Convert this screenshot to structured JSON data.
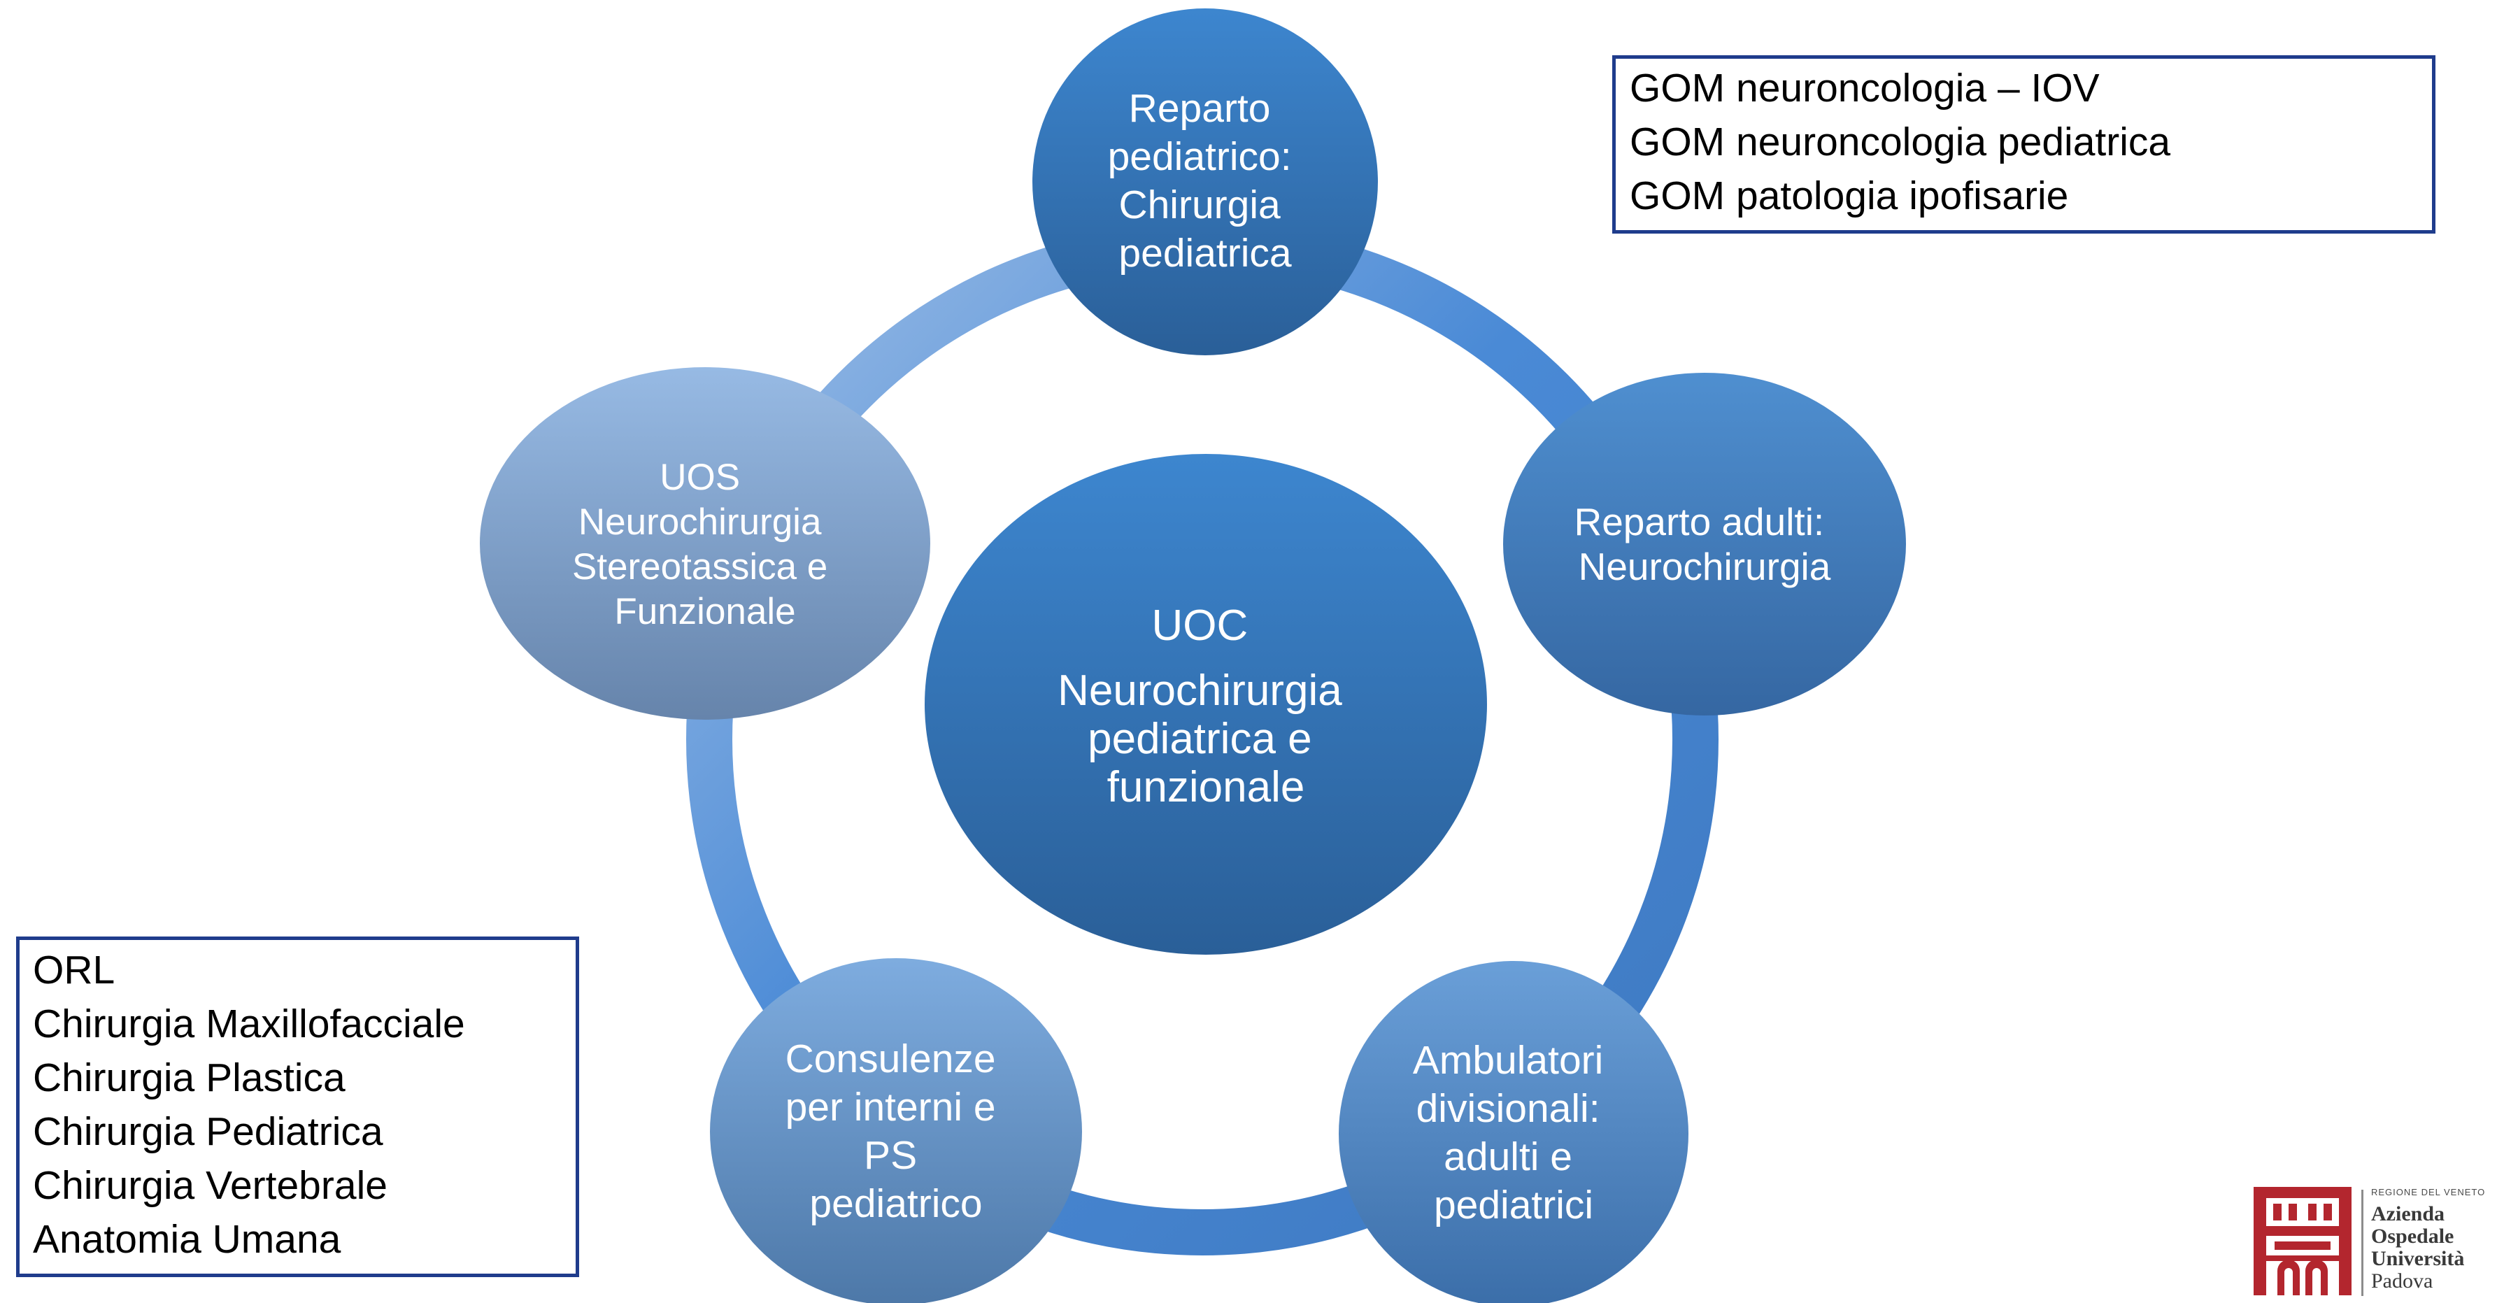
{
  "center": {
    "heading": "UOC",
    "lines": [
      "Neurochirurgia",
      "pediatrica e",
      "funzionale"
    ]
  },
  "nodes": {
    "top": [
      "Reparto",
      "pediatrico:",
      "Chirurgia",
      "pediatrica"
    ],
    "right": [
      "Reparto adulti:",
      "Neurochirurgia"
    ],
    "bottom_right": [
      "Ambulatori",
      "divisionali:",
      "adulti e",
      "pediatrici"
    ],
    "bottom_left": [
      "Consulenze",
      "per interni e",
      "PS",
      "pediatrico"
    ],
    "left": [
      "UOS",
      "Neurochirurgia",
      "Stereotassica e",
      "Funzionale"
    ]
  },
  "box_top_right": {
    "lines": [
      "GOM neuroncologia – IOV",
      "GOM neuroncologia pediatrica",
      "GOM patologia ipofisarie"
    ]
  },
  "box_bottom_left": {
    "lines": [
      "ORL",
      "Chirurgia Maxillofacciale",
      "Chirurgia Plastica",
      "Chirurgia Pediatrica",
      "Chirurgia Vertebrale",
      "Anatomia Umana"
    ]
  },
  "logo": {
    "region": "REGIONE DEL VENETO",
    "name_lines": [
      "Azienda",
      "Ospedale",
      "Università"
    ],
    "city": "Padova"
  },
  "colors": {
    "ring": "#5b8fd0",
    "node_dark": "#2f6aa6",
    "node_light": "#8fb4de",
    "box_border": "#1f3c8c",
    "logo_red": "#b3262e"
  }
}
